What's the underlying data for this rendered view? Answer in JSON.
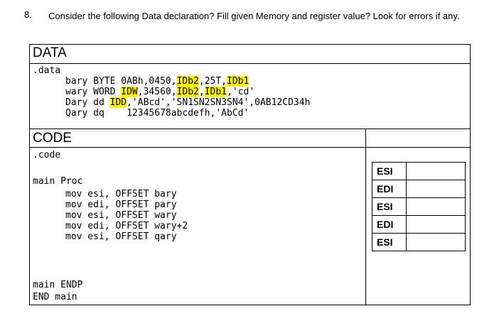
{
  "question": {
    "number": "8.",
    "text": "Consider the following Data declaration? Fill given Memory and register value? Look for errors if any."
  },
  "data_section": {
    "header": "DATA",
    "directive": ".data",
    "lines": [
      {
        "name": "bary",
        "type": "BYTE",
        "segments": [
          {
            "t": "0ABh,0450,",
            "hl": false
          },
          {
            "t": "IDb2",
            "hl": true
          },
          {
            "t": ",25T,",
            "hl": false
          },
          {
            "t": "IDb1",
            "hl": true
          }
        ]
      },
      {
        "name": "wary",
        "type": "WORD",
        "segments": [
          {
            "t": "IDW",
            "hl": true
          },
          {
            "t": ",34560,",
            "hl": false
          },
          {
            "t": "IDb2",
            "hl": true
          },
          {
            "t": ",",
            "hl": false
          },
          {
            "t": "IDb1",
            "hl": true
          },
          {
            "t": ",'cd'",
            "hl": false
          }
        ]
      },
      {
        "name": "Dary",
        "type": "dd",
        "segments": [
          {
            "t": "IDD",
            "hl": true
          },
          {
            "t": ",'ABcd','SN1SN2SN3SN4',0AB12CD34h",
            "hl": false
          }
        ]
      },
      {
        "name": "Qary",
        "type": "dq",
        "segments": [
          {
            "t": "   12345678abcdefh,'AbCd'",
            "hl": false
          }
        ]
      }
    ]
  },
  "code_section": {
    "header": "CODE",
    "directive": ".code",
    "proc_start": "main Proc",
    "instructions": [
      "mov esi, OFFSET bary",
      "mov edi, OFFSET pary",
      "mov esi, OFFSET wary",
      "mov edi, OFFSET wary+2",
      "mov esi, OFFSET qary"
    ],
    "proc_end": "main ENDP",
    "end": "END main"
  },
  "registers": [
    {
      "label": "ESI",
      "value": ""
    },
    {
      "label": "EDI",
      "value": ""
    },
    {
      "label": "ESI",
      "value": ""
    },
    {
      "label": "EDI",
      "value": ""
    },
    {
      "label": "ESI",
      "value": ""
    }
  ]
}
